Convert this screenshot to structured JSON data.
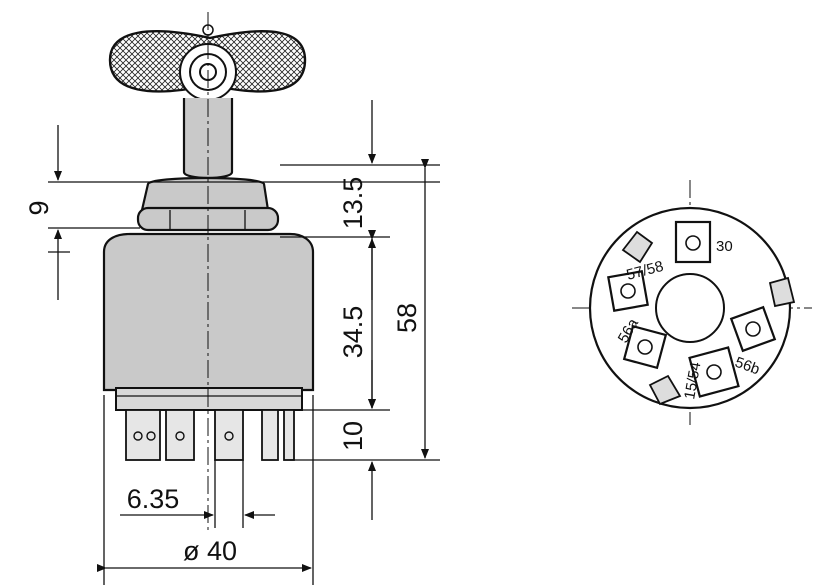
{
  "dimensions": {
    "d_9": "9",
    "d_13_5": "13.5",
    "d_58": "58",
    "d_34_5": "34.5",
    "d_10": "10",
    "d_6_35": "6.35",
    "d_40": "ø 40"
  },
  "terminals": {
    "t30": "30",
    "t57_58": "57/58",
    "t56a": "56a",
    "t56b": "56b",
    "t15_54": "15/54"
  }
}
